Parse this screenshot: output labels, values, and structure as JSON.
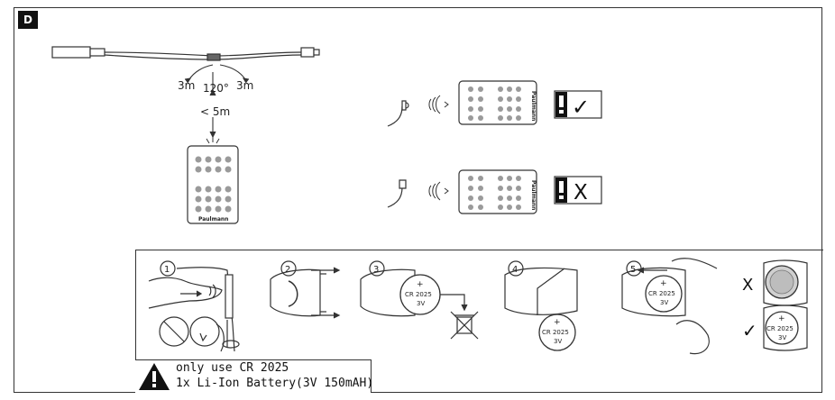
{
  "section_label": "D",
  "range": {
    "left_distance": "3m",
    "right_distance": "3m",
    "angle": "120°",
    "max_distance": "< 5m"
  },
  "remote": {
    "brand": "Paulmann"
  },
  "steps": [
    "1",
    "2",
    "3",
    "4",
    "5"
  ],
  "battery": {
    "model": "CR 2025",
    "voltage": "3V"
  },
  "checks": {
    "correct": "✓",
    "wrong": "X"
  },
  "warning": {
    "line1": "only use CR 2025",
    "line2": "1x Li-Ion Battery(3V 150mAH)"
  },
  "colors": {
    "line": "#333333",
    "remote_button": "#9a9a9a",
    "warning_bg": "#111111"
  }
}
